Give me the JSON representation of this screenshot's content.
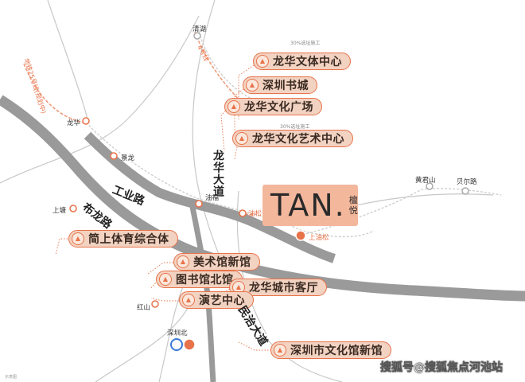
{
  "map": {
    "brand": {
      "name": "TAN.",
      "chinese": "檀悦"
    },
    "landmarks": [
      "龙华文体中心",
      "深圳书城",
      "龙华文化广场",
      "龙华文化艺术中心",
      "简上体育综合体",
      "美术馆新馆",
      "图书馆北馆",
      "龙华城市客厅",
      "演艺中心",
      "深圳市文化馆新馆"
    ],
    "roads": [
      "工业路",
      "布龙路",
      "龙华大道",
      "民治大道"
    ],
    "stations": [
      "清湖",
      "龙华",
      "景龙",
      "油福",
      "上塘",
      "红山",
      "深圳北",
      "黄君山",
      "贝尔路"
    ],
    "stations_orange": [
      "油松",
      "上油松"
    ],
    "metro_labels": [
      "4号线",
      "地铁25号线(规划中)"
    ],
    "small_notes": [
      "30%选址施工",
      "30%选址施工"
    ],
    "footnote": "示意图",
    "watermark": "搜狐号@搜狐焦点河池站",
    "colors": {
      "accent": "#e8734a",
      "pill_fill": "#f2d2c1",
      "road_gray": "#9a9a9a",
      "brand_fill": "#f3b79b"
    },
    "icons": [
      "landmark-icon",
      "metro-icon"
    ]
  }
}
